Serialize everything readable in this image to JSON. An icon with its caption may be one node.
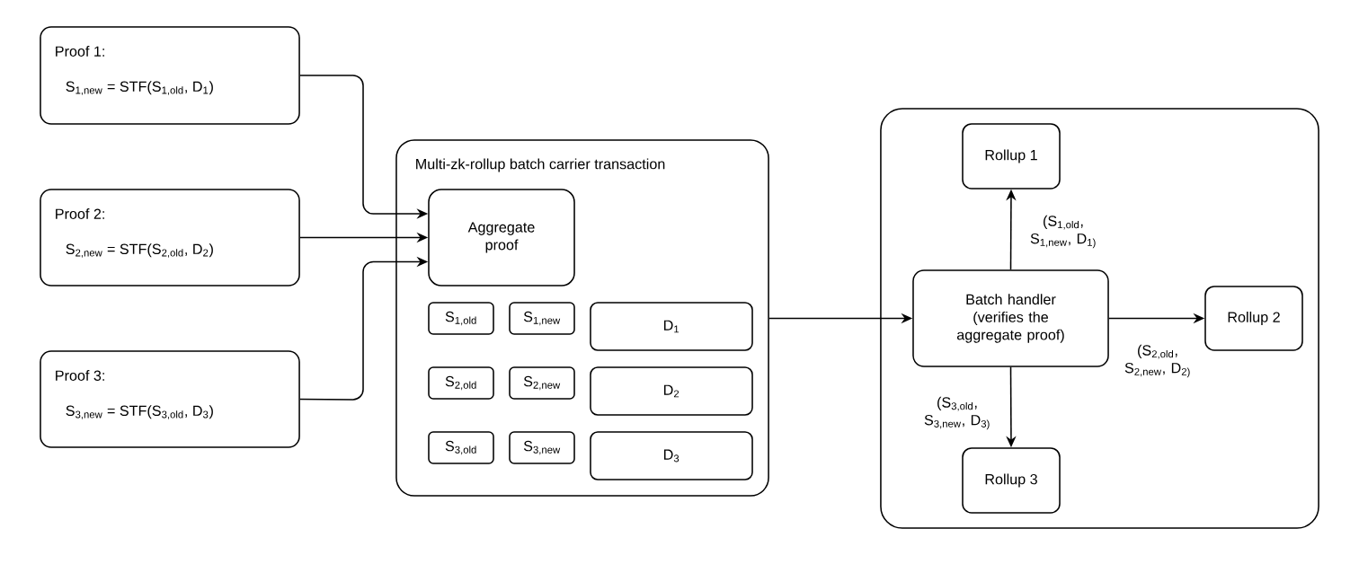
{
  "diagram": {
    "nodes": [
      {
        "text": [
          "Proof 1:",
          "S$_{1,new}$ = STF(S$_{1,old}$, D$_{1}$)"
        ]
      },
      {
        "text": [
          "Proof 2:",
          "S$_{2,new}$ = STF(S$_{2,old}$, D$_{2}$)"
        ]
      },
      {
        "text": [
          "Proof 3:",
          "S$_{3,new}$ = STF(S$_{3,old}$, D$_{3}$)"
        ]
      },
      {
        "text": [
          "Multi-zk-rollup batch carrier transaction"
        ]
      },
      {
        "text": [
          "Aggregate proof"
        ],
        "in": 3
      },
      {
        "text": [
          "S$_{1,old}$"
        ],
        "in": 3
      },
      {
        "text": [
          "S$_{1,new}$"
        ],
        "in": 3
      },
      {
        "text": [
          "D$_{1}$"
        ],
        "in": 3
      },
      {
        "text": [
          "S$_{2,old}$"
        ],
        "in": 3
      },
      {
        "text": [
          "S$_{2,new}$"
        ],
        "in": 3
      },
      {
        "text": [
          "D$_{2}$"
        ],
        "in": 3
      },
      {
        "text": [
          "S$_{3,old}$"
        ],
        "in": 3
      },
      {
        "text": [
          "S$_{3,new}$"
        ],
        "in": 3
      },
      {
        "text": [
          "D$_{3}$"
        ],
        "in": 3
      },
      {
        "text": [],
        "shape": "box"
      },
      {
        "text": [
          "Rollup 1"
        ],
        "in": 14
      },
      {
        "text": [
          "Batch handler (verifies the aggregate proof)"
        ],
        "in": 14
      },
      {
        "text": [
          "Rollup 2"
        ],
        "in": 14
      },
      {
        "text": [
          "Rollup 3"
        ],
        "in": 14
      }
    ],
    "edges": [
      {
        "from": 0,
        "to": 4,
        "arrow": "to"
      },
      {
        "from": 1,
        "to": 4,
        "arrow": "to"
      },
      {
        "from": 2,
        "to": 4,
        "arrow": "to"
      },
      {
        "from": 3,
        "to": 16,
        "arrow": "to"
      },
      {
        "from": 16,
        "to": 15,
        "arrow": "to",
        "label": "(S$_{1,old}$, S$_{1,new}$, D$_{1)}$"
      },
      {
        "from": 16,
        "to": 17,
        "arrow": "to",
        "label": "(S$_{2,old}$, S$_{2,new}$, D$_{2)}$"
      },
      {
        "from": 16,
        "to": 18,
        "arrow": "to",
        "label": "(S$_{3,old}$, S$_{3,new}$, D$_{3)}$"
      }
    ]
  }
}
